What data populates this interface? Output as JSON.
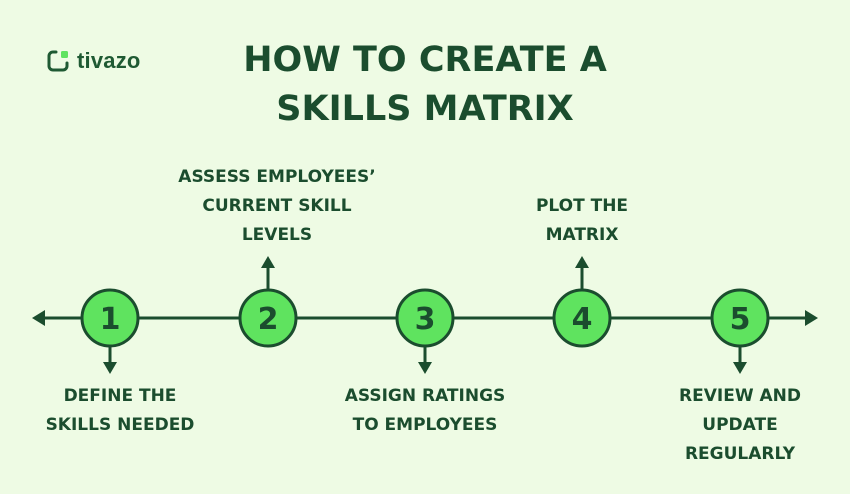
{
  "brand": {
    "name": "tivazo",
    "icon": "tivazo-logo-icon"
  },
  "title": {
    "line1": "HOW TO CREATE A",
    "line2": "SKILLS MATRIX"
  },
  "colors": {
    "background": "#eefbe4",
    "dark_green": "#1b4d2e",
    "node_fill": "#5fe35f"
  },
  "steps": [
    {
      "number": "1",
      "lines": [
        "DEFINE THE",
        "SKILLS NEEDED"
      ],
      "position": "below"
    },
    {
      "number": "2",
      "lines": [
        "ASSESS EMPLOYEES’",
        "CURRENT SKILL",
        "LEVELS"
      ],
      "position": "above"
    },
    {
      "number": "3",
      "lines": [
        "ASSIGN RATINGS",
        "TO EMPLOYEES"
      ],
      "position": "below"
    },
    {
      "number": "4",
      "lines": [
        "PLOT THE",
        "MATRIX"
      ],
      "position": "above"
    },
    {
      "number": "5",
      "lines": [
        "REVIEW AND",
        "UPDATE",
        "REGULARLY"
      ],
      "position": "below"
    }
  ]
}
